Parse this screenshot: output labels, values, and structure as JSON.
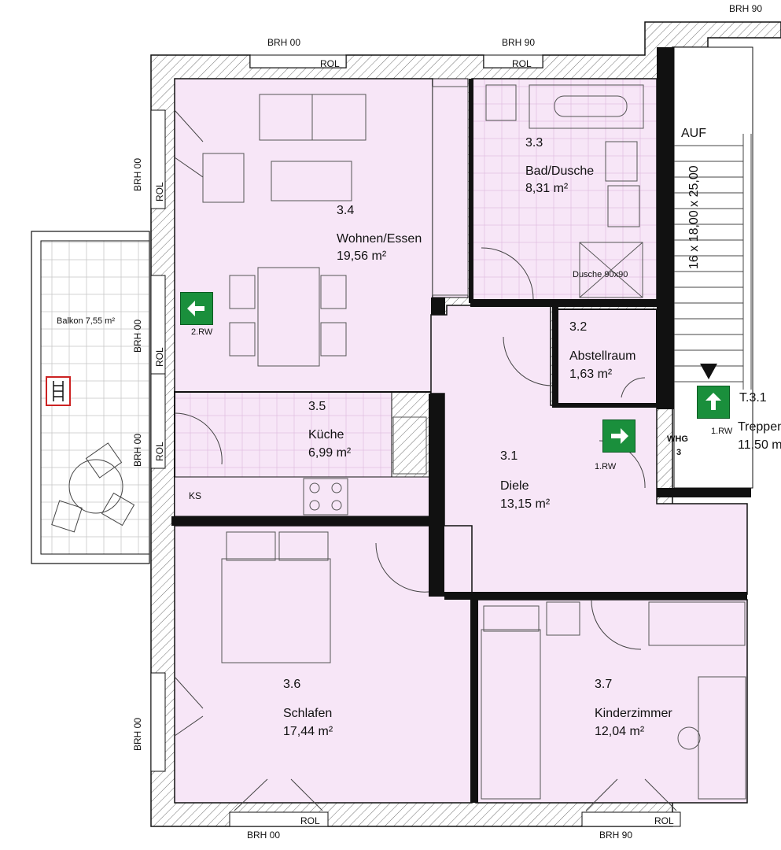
{
  "rooms": [
    {
      "num": "3.1",
      "name": "Diele",
      "area": "13,15 m²"
    },
    {
      "num": "3.2",
      "name": "Abstellraum",
      "area": "1,63 m²"
    },
    {
      "num": "3.3",
      "name": "Bad/Dusche",
      "area": "8,31 m²"
    },
    {
      "num": "3.4",
      "name": "Wohnen/Essen",
      "area": "19,56 m²"
    },
    {
      "num": "3.5",
      "name": "Küche",
      "area": "6,99 m²"
    },
    {
      "num": "3.6",
      "name": "Schlafen",
      "area": "17,44 m²"
    },
    {
      "num": "3.7",
      "name": "Kinderzimmer",
      "area": "12,04 m²"
    }
  ],
  "balcony": "Balkon   7,55 m²",
  "stair": {
    "up": "AUF",
    "dims": "16 x 18,00 x 25,00",
    "num": "T.3.1",
    "name": "Treppen",
    "area": "11,50 m"
  },
  "unit": {
    "line1": "WHG",
    "line2": "3"
  },
  "annotations": {
    "brh00": "BRH 00",
    "brh90": "BRH 90",
    "rol": "ROL",
    "ks": "KS",
    "dusche": "Dusche 90x90",
    "rw1": "1.RW",
    "rw2": "2.RW"
  },
  "colors": {
    "room": "#f7e6f7",
    "wall": "#111111",
    "exit_green": "#1a8f3c",
    "ladder_red": "#cc2222"
  },
  "icons": [
    "exit-arrow-left-icon",
    "exit-arrow-right-icon",
    "exit-arrow-up-icon",
    "ladder-icon",
    "direction-triangle-icon"
  ]
}
